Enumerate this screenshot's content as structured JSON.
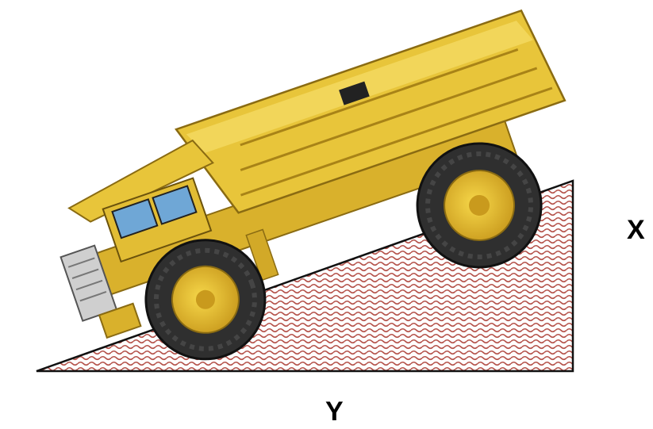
{
  "labels": {
    "x": "X",
    "y": "Y"
  },
  "truck": {
    "kind": "haul-truck",
    "body_color": "#e8c53a",
    "tire_color": "#2f2f2f",
    "rim_color": "#f0c62e",
    "glass_color": "#6fa7d6"
  },
  "ramp": {
    "fill_pattern": "wavy-hatch",
    "hatch_color": "#b5534b",
    "outline_color": "#111111"
  }
}
